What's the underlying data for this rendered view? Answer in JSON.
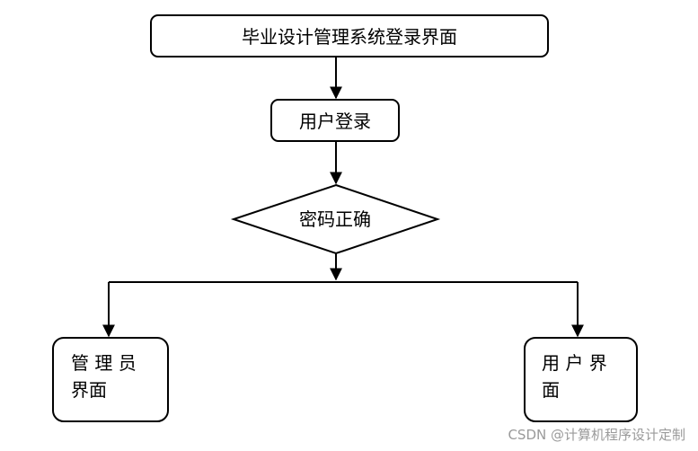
{
  "nodes": {
    "title": {
      "label": "毕业设计管理系统登录界面"
    },
    "login": {
      "label": "用户登录"
    },
    "decision": {
      "label": "密码正确"
    },
    "admin": {
      "line1": "管 理 员",
      "line2": "界面"
    },
    "user": {
      "line1": "用 户 界",
      "line2": "面"
    }
  },
  "watermark": "CSDN @计算机程序设计定制"
}
